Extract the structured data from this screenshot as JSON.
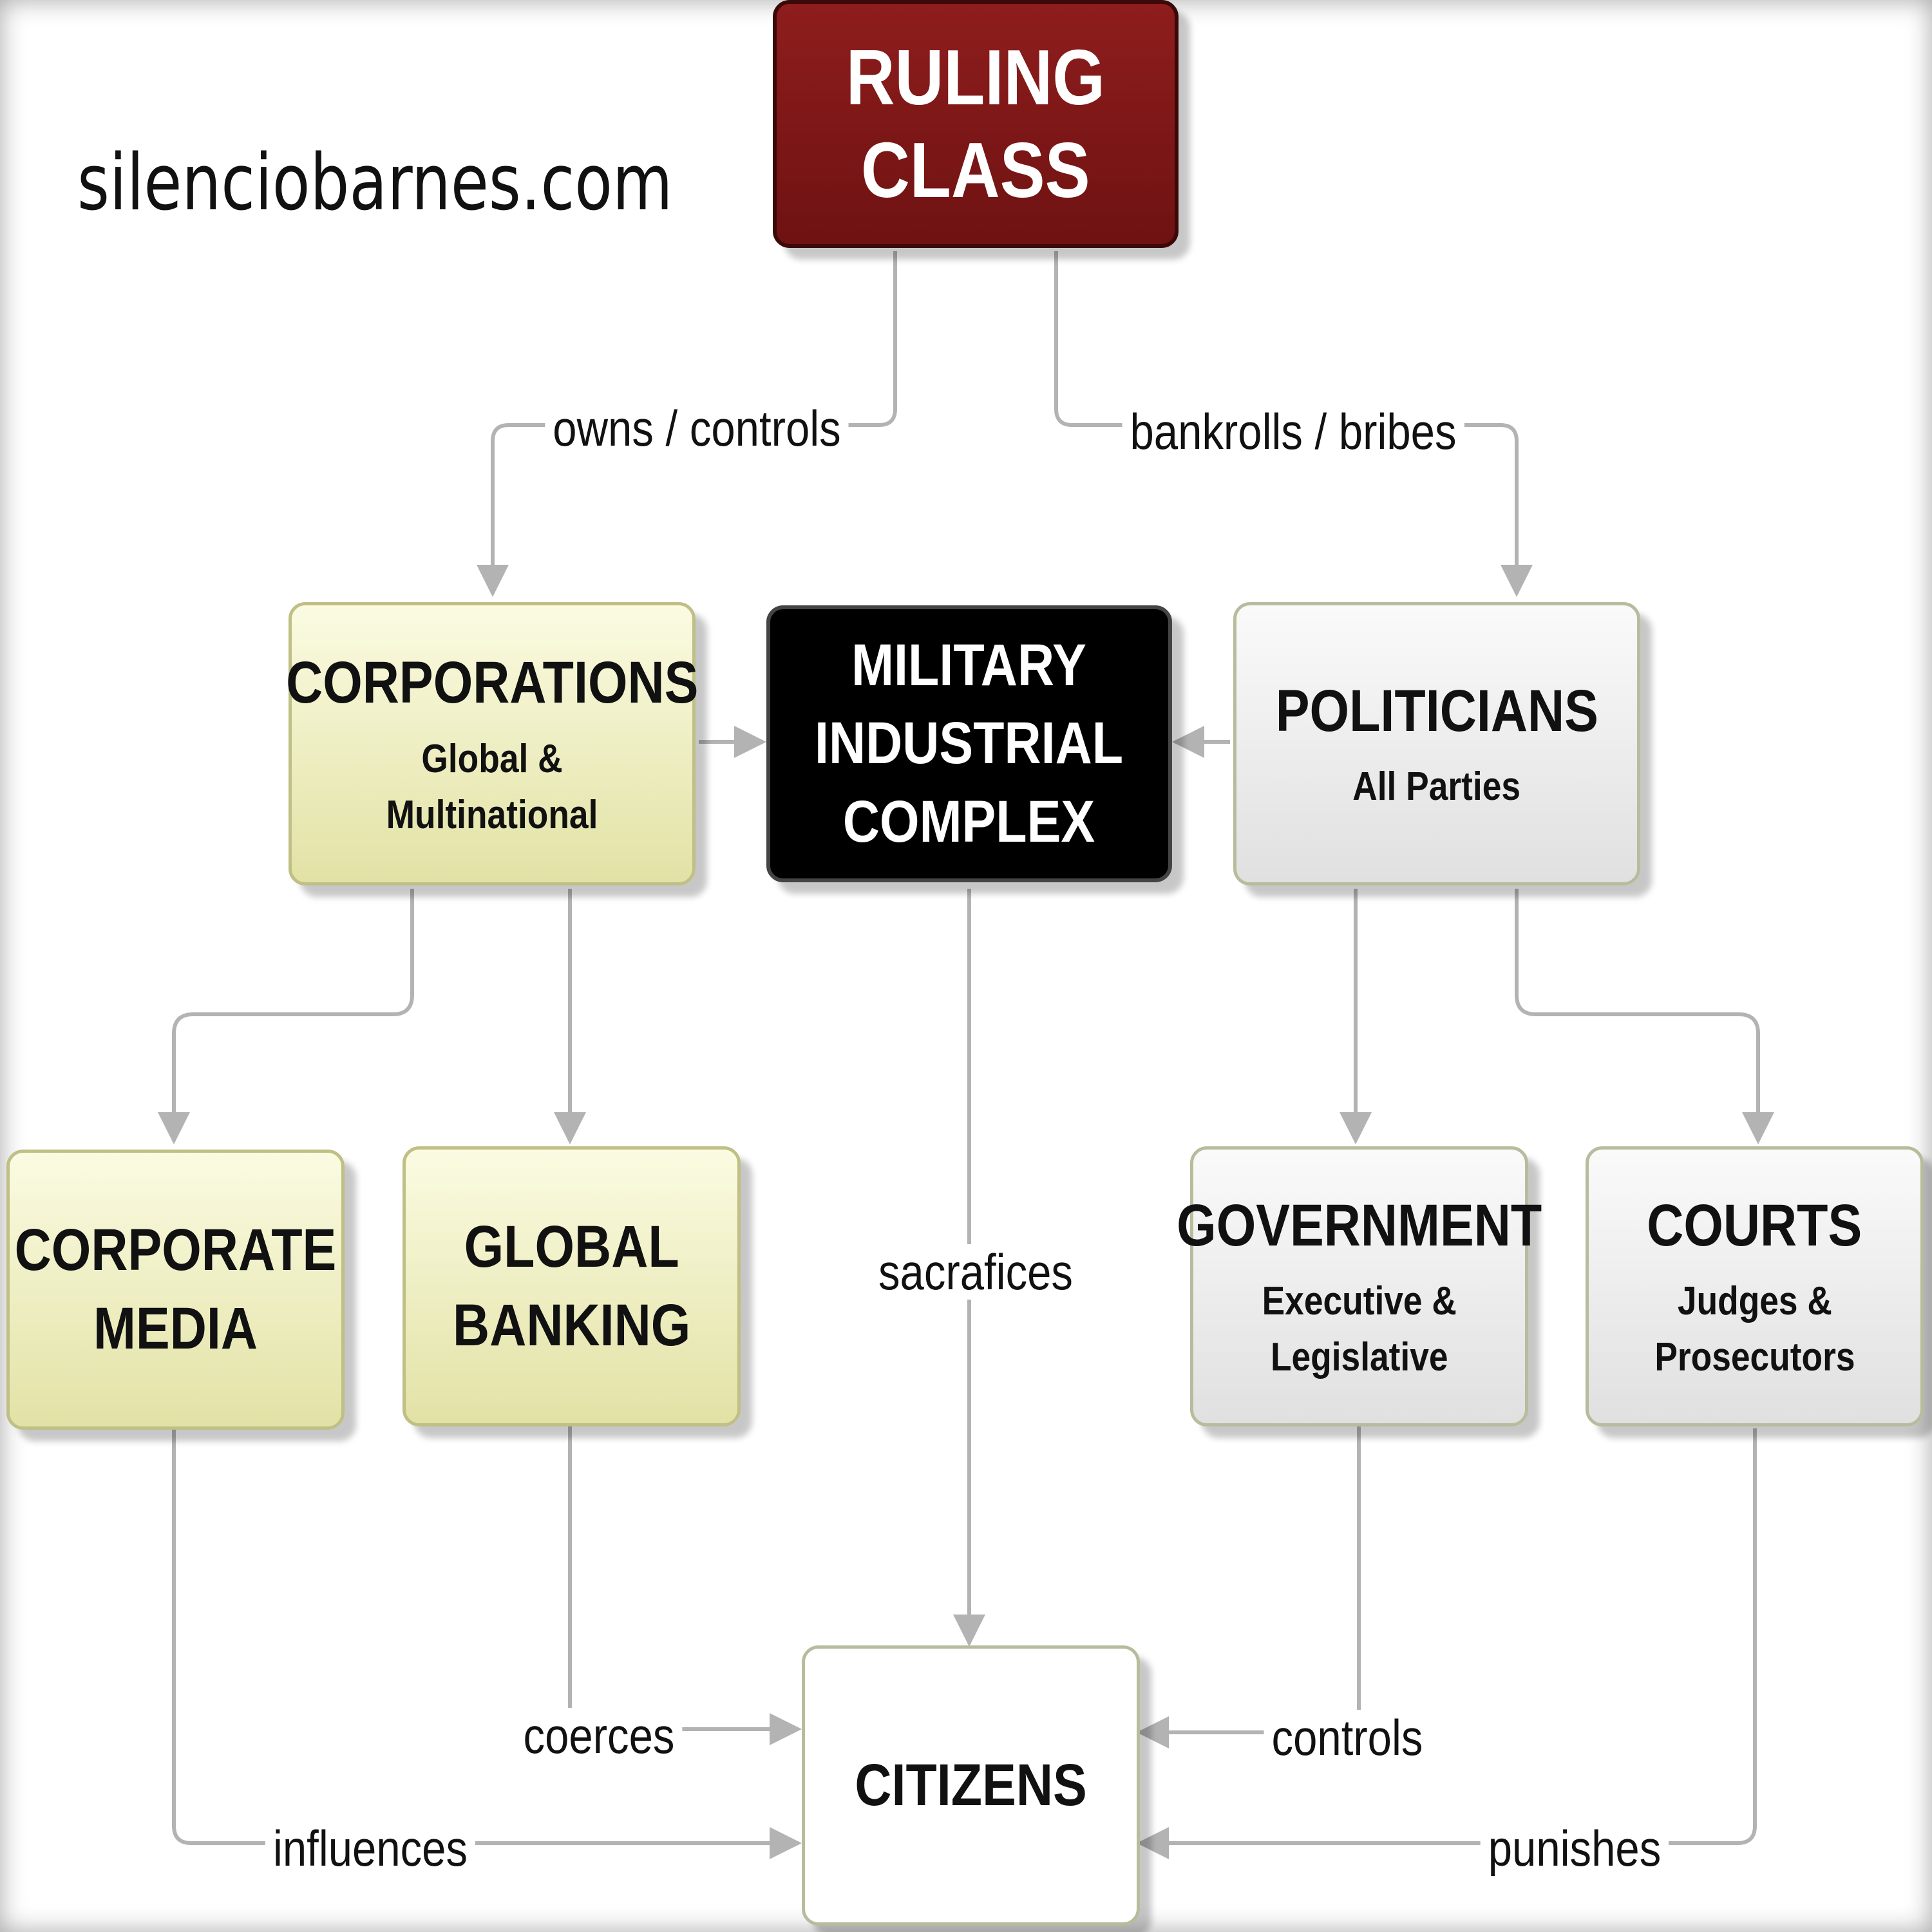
{
  "watermark": "silenciobarnes.com",
  "colors": {
    "ruling_red": "#7d1616",
    "corporate_yellow": "#eeeec0",
    "political_gray": "#ececec",
    "military_black": "#000000",
    "connector_gray": "#b3b3b3"
  },
  "nodes": {
    "ruling_class": {
      "title": "RULING\nCLASS"
    },
    "corporations": {
      "title": "CORPORATIONS",
      "subtitle": "Global & Multinational"
    },
    "military": {
      "title": "MILITARY\nINDUSTRIAL\nCOMPLEX"
    },
    "politicians": {
      "title": "POLITICIANS",
      "subtitle": "All Parties"
    },
    "corporate_media": {
      "title": "CORPORATE\nMEDIA"
    },
    "global_banking": {
      "title": "GLOBAL\nBANKING"
    },
    "government": {
      "title": "GOVERNMENT",
      "subtitle": "Executive &\nLegislative"
    },
    "courts": {
      "title": "COURTS",
      "subtitle": "Judges &\nProsecutors"
    },
    "citizens": {
      "title": "CITIZENS"
    }
  },
  "edges": {
    "owns_controls": "owns / controls",
    "bankrolls_bribes": "bankrolls / bribes",
    "sacrafices": "sacrafices",
    "coerces": "coerces",
    "controls": "controls",
    "influences": "influences",
    "punishes": "punishes"
  }
}
